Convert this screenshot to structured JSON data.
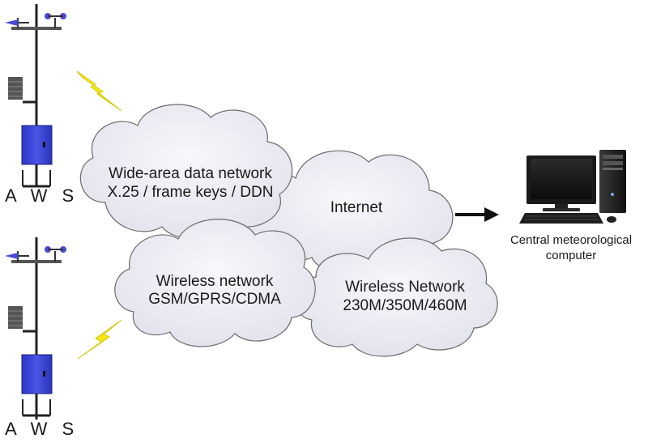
{
  "stations": [
    {
      "label": "A W S"
    },
    {
      "label": "A W S"
    }
  ],
  "clouds": {
    "wide_area": {
      "line1": "Wide-area data network",
      "line2": "X.25 / frame keys / DDN"
    },
    "internet": {
      "line1": "Internet"
    },
    "wireless_gsm": {
      "line1": "Wireless network",
      "line2": "GSM/GPRS/CDMA"
    },
    "wireless_radio": {
      "line1": "Wireless Network",
      "line2": "230M/350M/460M"
    }
  },
  "computer": {
    "line1": "Central meteorological",
    "line2": "computer"
  },
  "colors": {
    "cloud_fill": "#e9eaf1",
    "cloud_stroke": "#6b6b6b",
    "enclosure_blue": "#3d47d6",
    "lightning_yellow": "#f5e61a",
    "arrow": "#111111"
  },
  "icons": [
    "weather-station-icon",
    "lightning-bolt-icon",
    "arrow-right-icon",
    "desktop-computer-icon"
  ]
}
